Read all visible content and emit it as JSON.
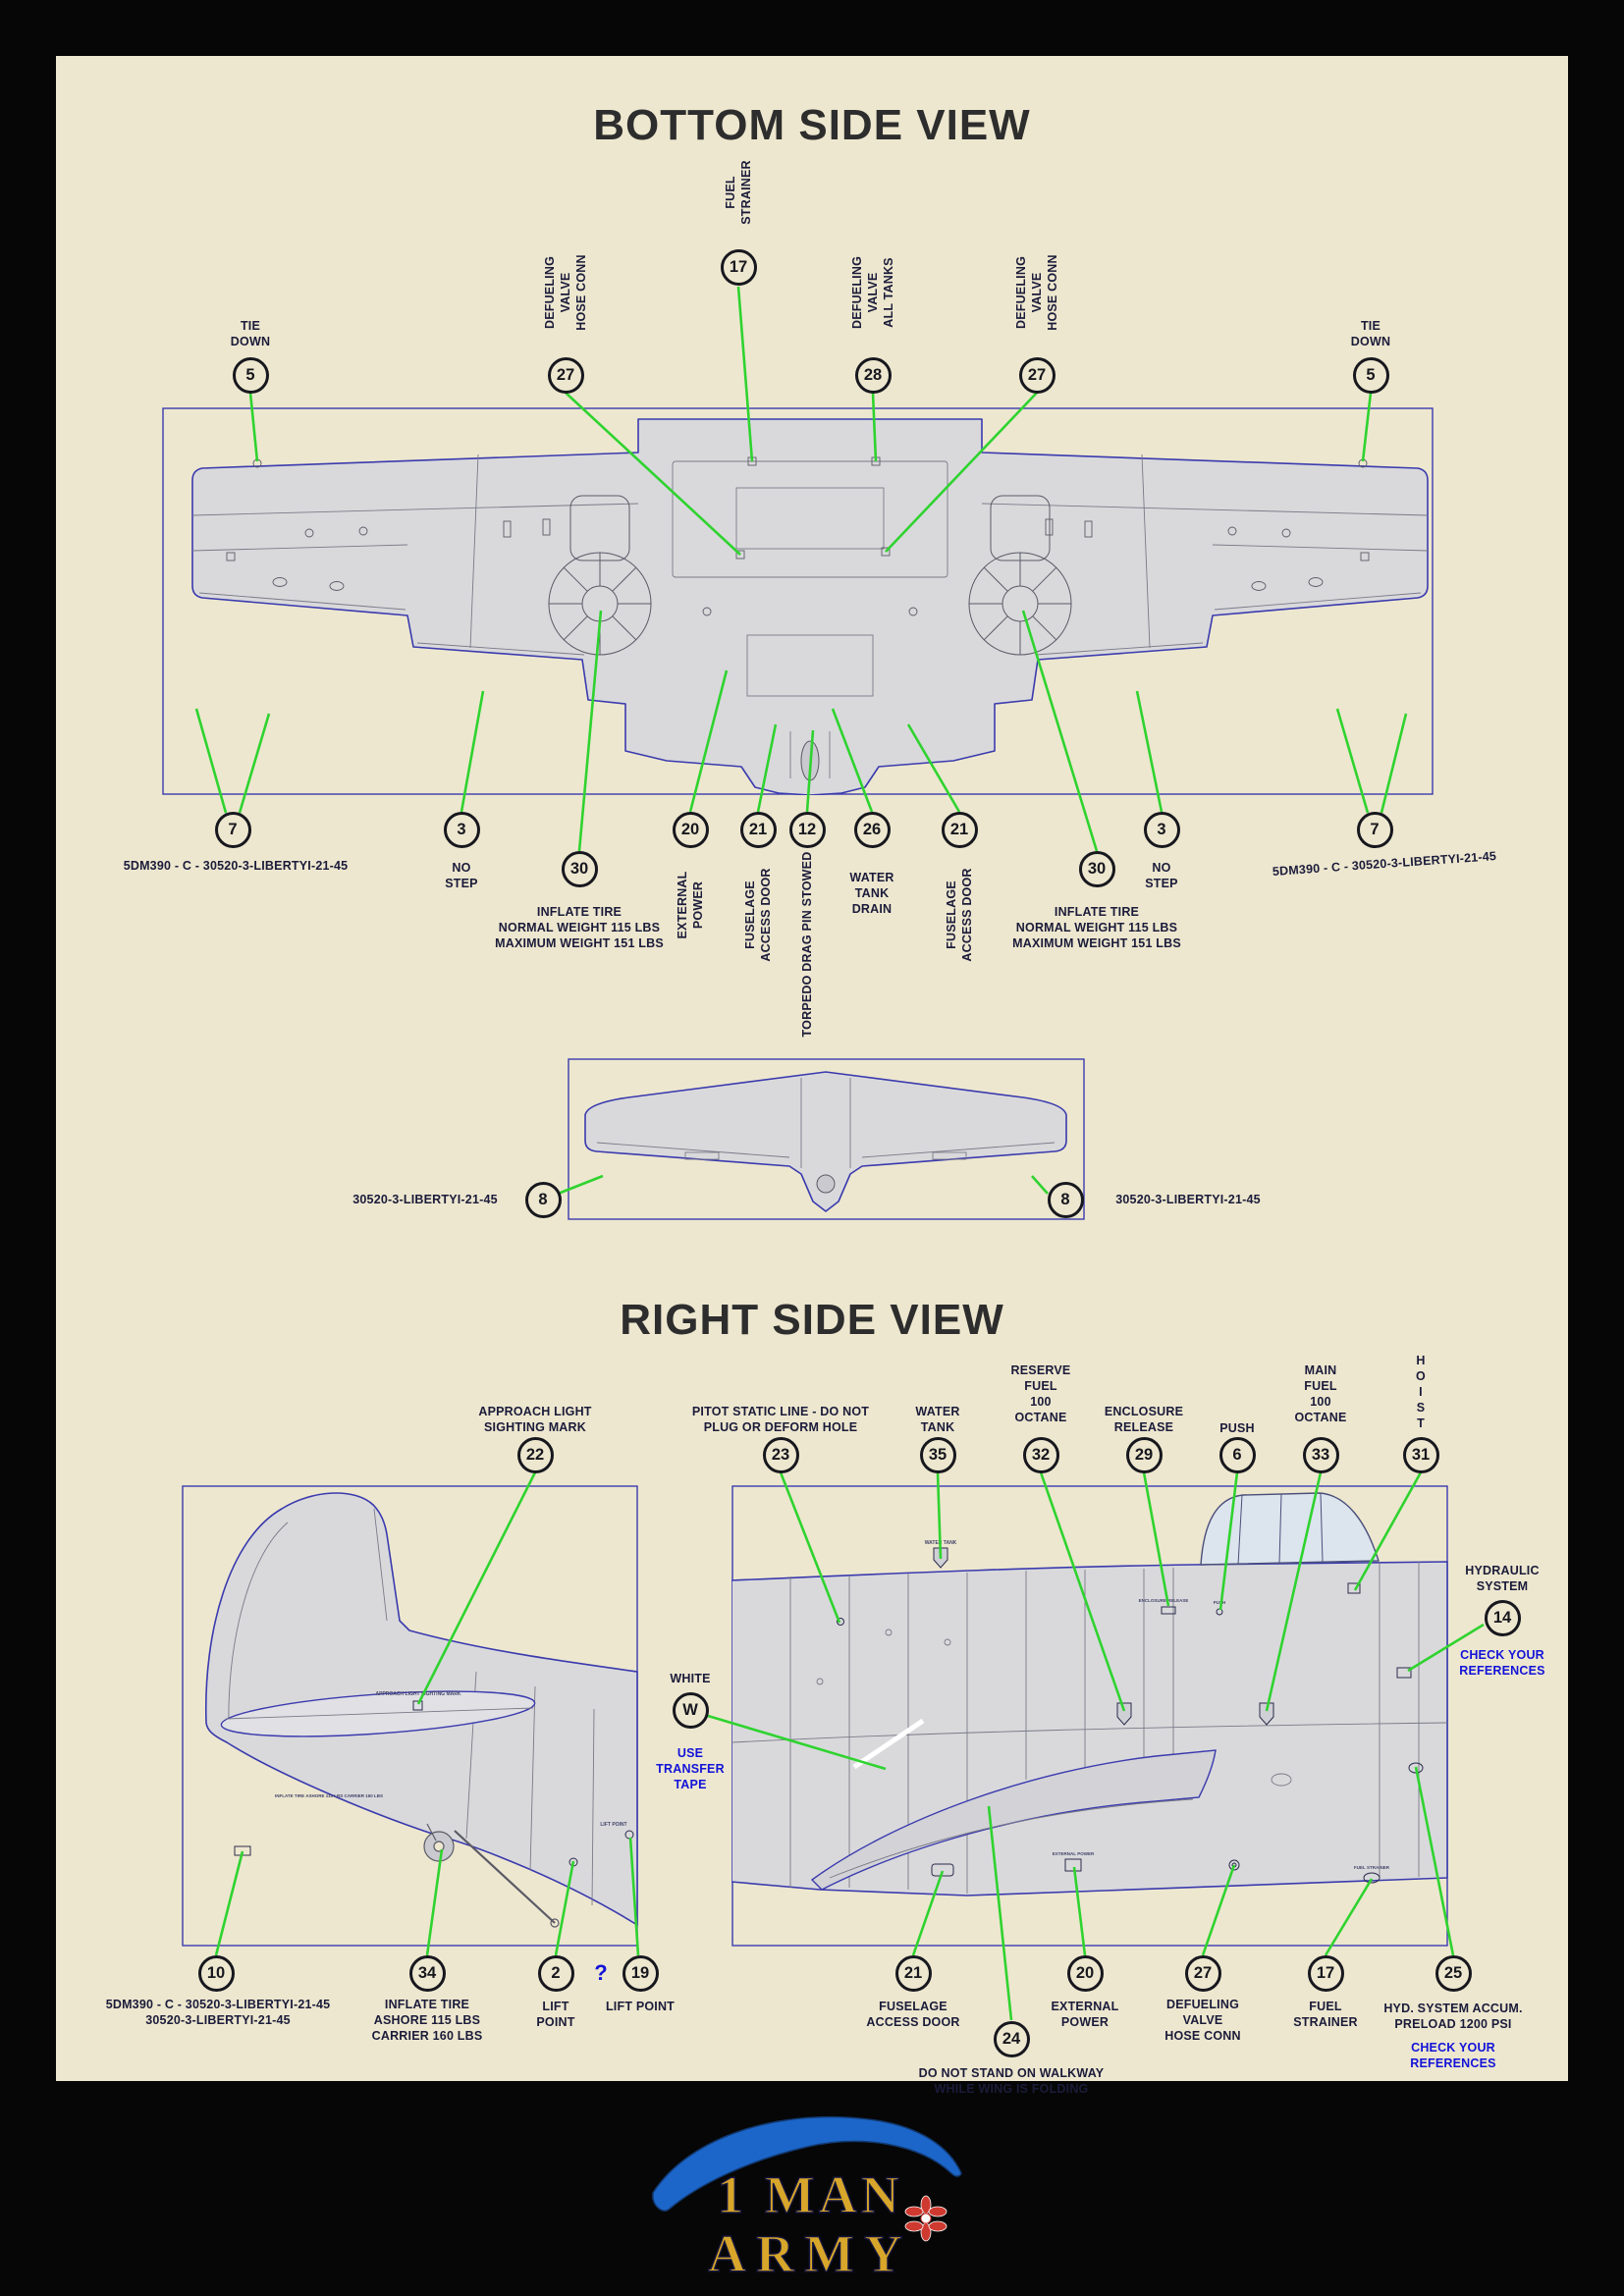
{
  "colors": {
    "green": "#2fd32f",
    "blue_text": "#1313d8",
    "outline_blue": "#3a3aae",
    "panel": "#ede7cf"
  },
  "titles": {
    "bottom": "BOTTOM SIDE VIEW",
    "right": "RIGHT SIDE VIEW"
  },
  "bottom_view": {
    "tie_down_left": {
      "num": "5",
      "label": "TIE\nDOWN"
    },
    "defuel_hose_left": {
      "num": "27",
      "label": "DEFUELING\nVALVE\nHOSE CONN"
    },
    "fuel_strainer": {
      "num": "17",
      "label": "FUEL\nSTRAINER"
    },
    "defuel_all_tanks": {
      "num": "28",
      "label": "DEFUELING\nVALVE\nALL TANKS"
    },
    "defuel_hose_right": {
      "num": "27",
      "label": "DEFUELING\nVALVE\nHOSE CONN"
    },
    "tie_down_right": {
      "num": "5",
      "label": "TIE\nDOWN"
    },
    "stencil_left": {
      "num": "7",
      "label": "5DM390 - C - 30520-3-LIBERTYI-21-45"
    },
    "no_step_left": {
      "num": "3",
      "label": "NO\nSTEP"
    },
    "inflate_left": {
      "num": "30",
      "label": "INFLATE TIRE\nNORMAL WEIGHT 115 LBS\nMAXIMUM WEIGHT 151 LBS"
    },
    "external_power": {
      "num": "20",
      "label": "EXTERNAL\nPOWER"
    },
    "access_door_left": {
      "num": "21",
      "label": "FUSELAGE\nACCESS DOOR"
    },
    "torpedo": {
      "num": "12",
      "label": "TORPEDO DRAG PIN STOWED"
    },
    "water_drain": {
      "num": "26",
      "label": "WATER\nTANK\nDRAIN"
    },
    "access_door_right": {
      "num": "21",
      "label": "FUSELAGE\nACCESS DOOR"
    },
    "inflate_right": {
      "num": "30",
      "label": "INFLATE TIRE\nNORMAL WEIGHT 115 LBS\nMAXIMUM WEIGHT 151 LBS"
    },
    "no_step_right": {
      "num": "3",
      "label": "NO\nSTEP"
    },
    "stencil_right": {
      "num": "7",
      "label": "5DM390 - C - 30520-3-LIBERTYI-21-45"
    },
    "tail_left": {
      "num": "8",
      "label": "30520-3-LIBERTYI-21-45"
    },
    "tail_right": {
      "num": "8",
      "label": "30520-3-LIBERTYI-21-45"
    }
  },
  "right_view": {
    "approach_light": {
      "num": "22",
      "label": "APPROACH LIGHT\nSIGHTING MARK"
    },
    "pitot": {
      "num": "23",
      "label": "PITOT STATIC LINE - DO NOT\nPLUG OR DEFORM HOLE"
    },
    "water_tank": {
      "num": "35",
      "label": "WATER\nTANK"
    },
    "reserve_fuel": {
      "num": "32",
      "label": "RESERVE\nFUEL\n100\nOCTANE"
    },
    "enclosure_release": {
      "num": "29",
      "label": "ENCLOSURE\nRELEASE"
    },
    "push": {
      "num": "6",
      "label": "PUSH"
    },
    "main_fuel": {
      "num": "33",
      "label": "MAIN\nFUEL\n100\nOCTANE"
    },
    "hoist": {
      "num": "31",
      "label": "H\nO\nI\nS\nT"
    },
    "hydraulic": {
      "num": "14",
      "label": "HYDRAULIC\nSYSTEM",
      "note": "CHECK YOUR\nREFERENCES"
    },
    "white": {
      "num": "W",
      "label": "WHITE",
      "note": "USE\nTRANSFER\nTAPE"
    },
    "stencil_10": {
      "num": "10",
      "label": "5DM390 - C - 30520-3-LIBERTYI-21-45\n30520-3-LIBERTYI-21-45"
    },
    "inflate_34": {
      "num": "34",
      "label": "INFLATE TIRE\nASHORE 115 LBS\nCARRIER 160 LBS"
    },
    "lift_2": {
      "num": "2",
      "label": "LIFT\nPOINT"
    },
    "question": "?",
    "lift_19": {
      "num": "19",
      "label": "LIFT POINT"
    },
    "access_21": {
      "num": "21",
      "label": "FUSELAGE\nACCESS DOOR"
    },
    "walkway_24": {
      "num": "24",
      "label": "DO NOT STAND ON WALKWAY\nWHILE WING IS FOLDING"
    },
    "ext_power_20": {
      "num": "20",
      "label": "EXTERNAL\nPOWER"
    },
    "defuel_27": {
      "num": "27",
      "label": "DEFUELING\nVALVE\nHOSE CONN"
    },
    "strainer_17": {
      "num": "17",
      "label": "FUEL\nSTRAINER"
    },
    "hyd_accum_25": {
      "num": "25",
      "label": "HYD. SYSTEM ACCUM.\nPRELOAD 1200 PSI",
      "note": "CHECK YOUR\nREFERENCES"
    }
  },
  "tiny": {
    "approach_light": "APPROACH LIGHT SIGHTING MARK",
    "lift_point": "LIFT POINT",
    "inflate_tire": "INFLATE TIRE ASHORE 115 LBS CARRIER 160 LBS",
    "water_tank": "WATER TANK",
    "enclosure_release": "ENCLOSURE RELEASE",
    "push": "PUSH",
    "external_power": "EXTERNAL POWER",
    "fuel_strainer": "FUEL STRAINER"
  },
  "logo": {
    "top": "1 MAN",
    "bottom": "ARMY"
  }
}
